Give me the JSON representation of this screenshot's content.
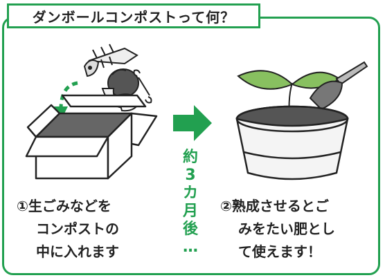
{
  "title": "ダンボールコンポストって何？",
  "arrow_label_chars": [
    "約",
    "3",
    "カ",
    "月",
    "後",
    "…"
  ],
  "step1": {
    "line1": "①生ごみなどを",
    "line2": "コンポストの",
    "line3": "中に入れます"
  },
  "step2": {
    "line1": "②熟成させるとご",
    "line2": "みをたい肥とし",
    "line3": "て使えます！"
  },
  "colors": {
    "accent": "#22a050",
    "text": "#222222"
  }
}
